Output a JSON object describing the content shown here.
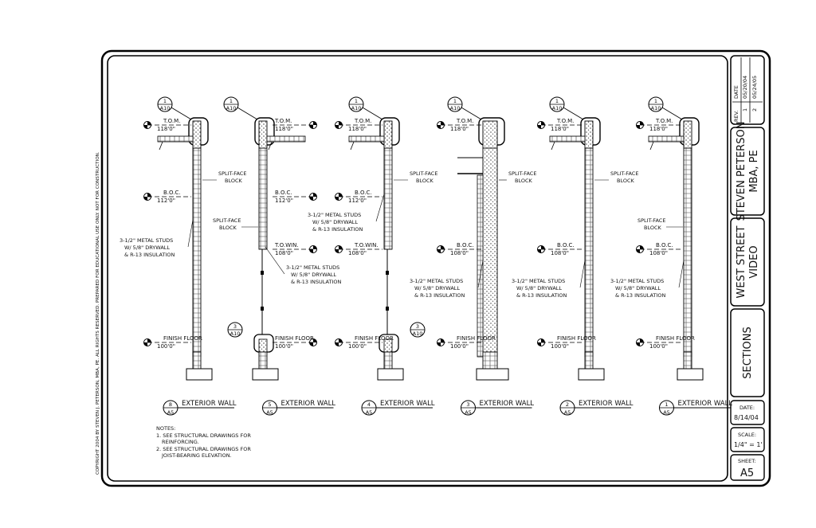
{
  "copyright": "COPYRIGHT 2004 BY STEVEN J. PETERSON, MBA, PE.  ALL RIGHTS RESERVED.  PREPARED FOR EDUCATIONAL USE ONLY.  NOT FOR CONSTRUCTION.",
  "title_block": {
    "rev_label": "REV.",
    "date_label": "DATE",
    "revisions": [
      {
        "rev": "1",
        "date": "05/20/04"
      },
      {
        "rev": "2",
        "date": "05/24/05"
      }
    ],
    "designer_line1": "STEVEN PETERSON",
    "designer_line2": "MBA, PE",
    "project_line1": "WEST STREET",
    "project_line2": "VIDEO",
    "sheet_title": "SECTIONS",
    "date_caption": "DATE:",
    "date_value": "8/14/04",
    "scale_caption": "SCALE:",
    "scale_value": "1/4\" = 1'",
    "sheet_caption": "SHEET:",
    "sheet_value": "A5"
  },
  "notes": {
    "heading": "NOTES:",
    "line1": "1. SEE STRUCTURAL DRAWINGS FOR",
    "line1b": "REINFORCING.",
    "line2": "2. SEE STRUCTURAL DRAWINGS FOR",
    "line2b": "JOIST-BEARING ELEVATION."
  },
  "sections": [
    {
      "title": "EXTERIOR WALL",
      "num": "8",
      "sheet": "A5",
      "top_ref": {
        "num": "1",
        "sheet": "A10"
      },
      "tom_label": "T.O.M.",
      "tom_value": "118'0\"",
      "boc_label": "B.O.C.",
      "boc_value": "112'0\"",
      "floor_label": "FINISH FLOOR",
      "floor_value": "100'0\"",
      "note1": "SPLIT-FACE",
      "note1b": "BLOCK",
      "note2": "3-1/2\" METAL STUDS",
      "note2b": "W/ 5/8\" DRYWALL",
      "note2c": "& R-13 INSULATION"
    },
    {
      "title": "EXTERIOR WALL",
      "num": "5",
      "sheet": "A5",
      "top_ref": {
        "num": "1",
        "sheet": "A10"
      },
      "bottom_ref": {
        "num": "3",
        "sheet": "A10"
      },
      "tom_label": "T.O.M.",
      "tom_value": "118'0\"",
      "boc_label": "B.O.C.",
      "boc_value": "112'0\"",
      "tow_label": "T.O.WIN.",
      "tow_value": "108'0\"",
      "floor_label": "FINISH FLOOR",
      "floor_value": "100'0\"",
      "note1": "SPLIT-FACE",
      "note1b": "BLOCK",
      "note2": "3-1/2\" METAL STUDS",
      "note2b": "W/ 5/8\" DRYWALL",
      "note2c": "& R-13 INSULATION"
    },
    {
      "title": "EXTERIOR WALL",
      "num": "4",
      "sheet": "A5",
      "top_ref": {
        "num": "1",
        "sheet": "A10"
      },
      "bottom_ref": {
        "num": "3",
        "sheet": "A10"
      },
      "tom_label": "T.O.M.",
      "tom_value": "118'0\"",
      "boc_label": "B.O.C.",
      "boc_value": "112'0\"",
      "tow_label": "T.O.WIN.",
      "tow_value": "108'0\"",
      "floor_label": "FINISH FLOOR",
      "floor_value": "100'0\"",
      "note1": "SPLIT-FACE",
      "note1b": "BLOCK",
      "note2": "3-1/2\" METAL STUDS",
      "note2b": "W/ 5/8\" DRYWALL",
      "note2c": "& R-13 INSULATION"
    },
    {
      "title": "EXTERIOR WALL",
      "num": "3",
      "sheet": "A5",
      "top_ref": {
        "num": "1",
        "sheet": "A10"
      },
      "tom_label": "T.O.M.",
      "tom_value": "118'0\"",
      "boc_label": "B.O.C.",
      "boc_value": "108'0\"",
      "floor_label": "FINISH FLOOR",
      "floor_value": "100'0\"",
      "note1": "SPLIT-FACE",
      "note1b": "BLOCK",
      "note2": "3-1/2\" METAL STUDS",
      "note2b": "W/ 5/8\" DRYWALL",
      "note2c": "& R-13 INSULATION"
    },
    {
      "title": "EXTERIOR WALL",
      "num": "2",
      "sheet": "A5",
      "top_ref": {
        "num": "1",
        "sheet": "A10"
      },
      "tom_label": "T.O.M.",
      "tom_value": "118'0\"",
      "boc_label": "B.O.C.",
      "boc_value": "108'0\"",
      "floor_label": "FINISH FLOOR",
      "floor_value": "100'0\"",
      "note1": "SPLIT-FACE",
      "note1b": "BLOCK",
      "note2": "3-1/2\" METAL STUDS",
      "note2b": "W/ 5/8\" DRYWALL",
      "note2c": "& R-13 INSULATION"
    },
    {
      "title": "EXTERIOR WALL",
      "num": "1",
      "sheet": "A5",
      "top_ref": {
        "num": "1",
        "sheet": "A10"
      },
      "tom_label": "T.O.M.",
      "tom_value": "118'0\"",
      "boc_label": "B.O.C.",
      "boc_value": "108'0\"",
      "floor_label": "FINISH FLOOR",
      "floor_value": "100'0\"",
      "note1": "SPLIT-FACE",
      "note1b": "BLOCK",
      "note2": "3-1/2\" METAL STUDS",
      "note2b": "W/ 5/8\" DRYWALL",
      "note2c": "& R-13 INSULATION"
    }
  ]
}
